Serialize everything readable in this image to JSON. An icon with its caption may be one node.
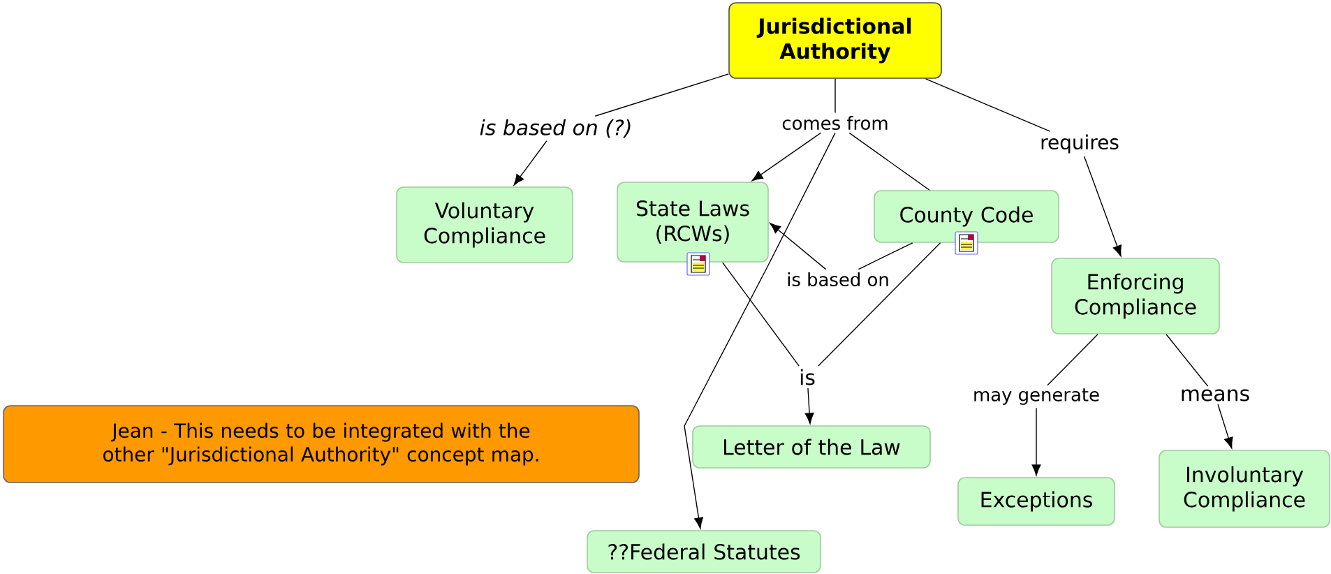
{
  "diagram": {
    "nodes": [
      {
        "text": [
          "Jurisdictional Authority"
        ]
      },
      {
        "text": [
          "is based on (?)"
        ]
      },
      {
        "text": [
          "comes from"
        ]
      },
      {
        "text": [
          "requires"
        ]
      },
      {
        "text": [
          "Voluntary Compliance"
        ]
      },
      {
        "text": [
          "State Laws (RCWs)"
        ]
      },
      {
        "text": [
          "County Code"
        ]
      },
      {
        "text": [
          "is based on"
        ]
      },
      {
        "text": [
          "Enforcing Compliance"
        ]
      },
      {
        "text": [
          "is"
        ]
      },
      {
        "text": [
          "may generate"
        ]
      },
      {
        "text": [
          "means"
        ]
      },
      {
        "text": [
          "Jean - This needs to be integrated with the other \"Jurisdictional Authority\" concept map."
        ]
      },
      {
        "text": [
          "Letter of the Law"
        ]
      },
      {
        "text": [
          "Exceptions"
        ]
      },
      {
        "text": [
          "Involuntary Compliance"
        ]
      },
      {
        "text": [
          "??Federal Statutes"
        ]
      }
    ],
    "edges": [
      {
        "from": 0,
        "to": 1,
        "arrow": "none"
      },
      {
        "from": 1,
        "to": 4,
        "arrow": "to"
      },
      {
        "from": 0,
        "to": 2,
        "arrow": "none"
      },
      {
        "from": 2,
        "to": 5,
        "arrow": "to"
      },
      {
        "from": 2,
        "to": 16,
        "arrow": "to"
      },
      {
        "from": 2,
        "to": 6,
        "arrow": "none"
      },
      {
        "from": 0,
        "to": 3,
        "arrow": "none"
      },
      {
        "from": 3,
        "to": 8,
        "arrow": "to"
      },
      {
        "from": 6,
        "to": 7,
        "arrow": "none"
      },
      {
        "from": 7,
        "to": 5,
        "arrow": "to"
      },
      {
        "from": 5,
        "to": 9,
        "arrow": "none"
      },
      {
        "from": 6,
        "to": 9,
        "arrow": "none"
      },
      {
        "from": 9,
        "to": 13,
        "arrow": "to"
      },
      {
        "from": 8,
        "to": 10,
        "arrow": "none"
      },
      {
        "from": 10,
        "to": 14,
        "arrow": "to"
      },
      {
        "from": 8,
        "to": 11,
        "arrow": "none"
      },
      {
        "from": 11,
        "to": 15,
        "arrow": "to"
      }
    ]
  }
}
